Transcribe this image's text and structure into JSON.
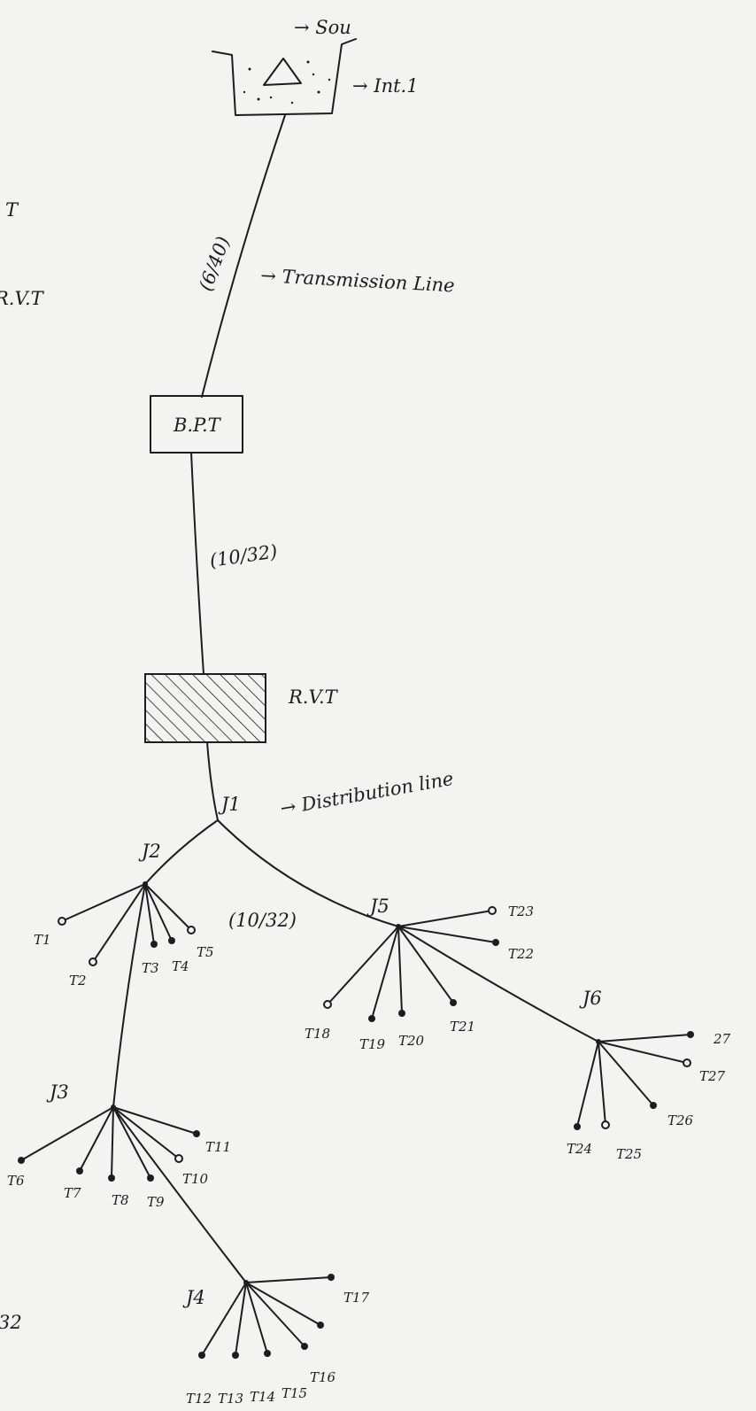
{
  "margin_notes": [
    "T",
    "R.V.T",
    "32"
  ],
  "source": {
    "label": "→ Sou",
    "intake_label": "→ Int.1"
  },
  "transmission": {
    "spec": "(6/40)",
    "label": "→ Transmission Line"
  },
  "bpt": {
    "label": "B.P.T"
  },
  "bpt_line": {
    "spec": "(10/32)"
  },
  "rvt": {
    "label": "R.V.T"
  },
  "distribution": {
    "label": "→ Distribution line",
    "spec": "(10/32)"
  },
  "junctions": {
    "j1": "J1",
    "j2": "J2",
    "j3": "J3",
    "j4": "J4",
    "j5": "J5",
    "j6": "J6"
  },
  "taps": {
    "j2": [
      "T1",
      "T2",
      "T3",
      "T4",
      "T5"
    ],
    "j3": [
      "T6",
      "T7",
      "T8",
      "T9",
      "T10",
      "T11"
    ],
    "j4": [
      "T12",
      "T13",
      "T14",
      "T15",
      "T16",
      "T17"
    ],
    "j5": [
      "T18",
      "T19",
      "T20",
      "T21",
      "T22",
      "T23"
    ],
    "j6": [
      "T24",
      "T25",
      "T26",
      "T27",
      "27"
    ]
  }
}
